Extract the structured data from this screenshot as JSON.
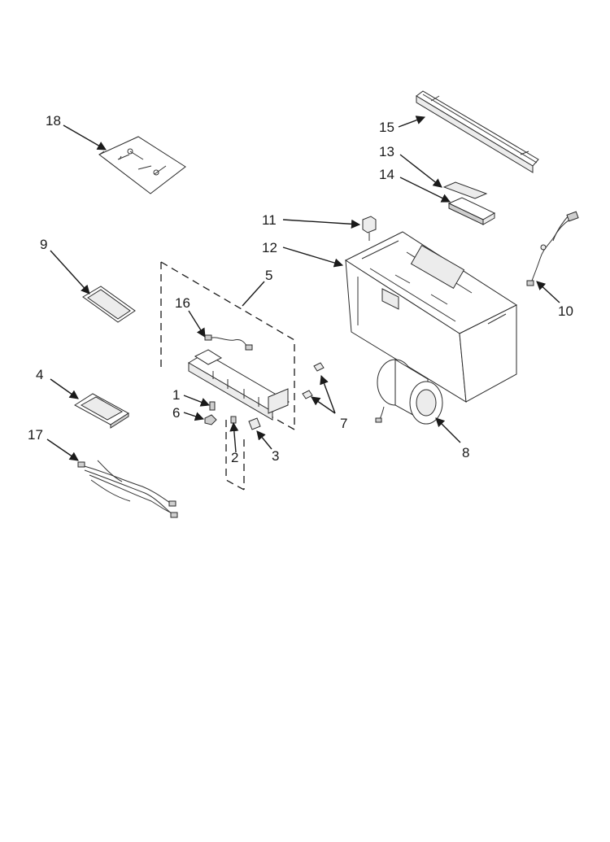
{
  "callouts": [
    {
      "id": "18",
      "label": "18"
    },
    {
      "id": "15",
      "label": "15"
    },
    {
      "id": "13",
      "label": "13"
    },
    {
      "id": "14",
      "label": "14"
    },
    {
      "id": "11",
      "label": "11"
    },
    {
      "id": "12",
      "label": "12"
    },
    {
      "id": "9",
      "label": "9"
    },
    {
      "id": "5",
      "label": "5"
    },
    {
      "id": "10",
      "label": "10"
    },
    {
      "id": "16",
      "label": "16"
    },
    {
      "id": "4",
      "label": "4"
    },
    {
      "id": "1",
      "label": "1"
    },
    {
      "id": "6",
      "label": "6"
    },
    {
      "id": "7",
      "label": "7"
    },
    {
      "id": "17",
      "label": "17"
    },
    {
      "id": "2",
      "label": "2"
    },
    {
      "id": "3",
      "label": "3"
    },
    {
      "id": "8",
      "label": "8"
    }
  ]
}
